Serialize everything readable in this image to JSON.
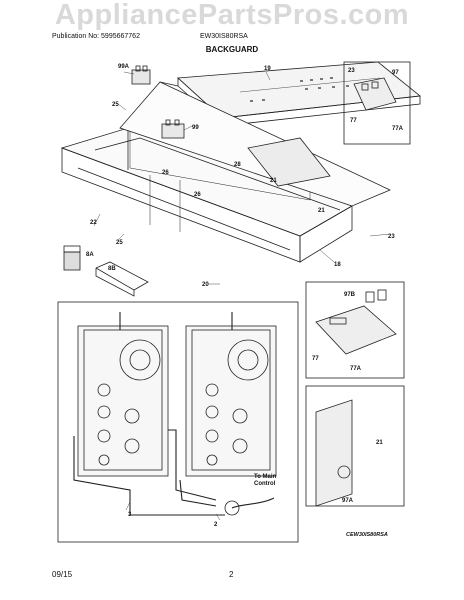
{
  "watermark": "AppliancePartsPros.com",
  "header": {
    "publication": "Publication No: 5995667762",
    "model": "EW30IS80RSA"
  },
  "title": "BACKGUARD",
  "callouts": {
    "c99a": "99A",
    "c19": "19",
    "c23a": "23",
    "c97a": "97",
    "c77a": "77",
    "c77aa": "77A",
    "c25a": "25",
    "c99": "99",
    "c26a": "26",
    "c26b": "26",
    "c28": "28",
    "c21a": "21",
    "c21b": "21",
    "c22": "22",
    "c25b": "25",
    "c23b": "23",
    "c18": "18",
    "c8a": "8A",
    "c8b": "8B",
    "c20": "20",
    "c97b": "97B",
    "c77b": "77",
    "c77ab": "77A",
    "c21c": "21",
    "c97ac": "97A",
    "c3": "3",
    "c2": "2",
    "to_main_control": "To Main\nControl"
  },
  "reference": "CEW30IS80RSA",
  "footer": {
    "date": "09/15",
    "page": "2"
  }
}
